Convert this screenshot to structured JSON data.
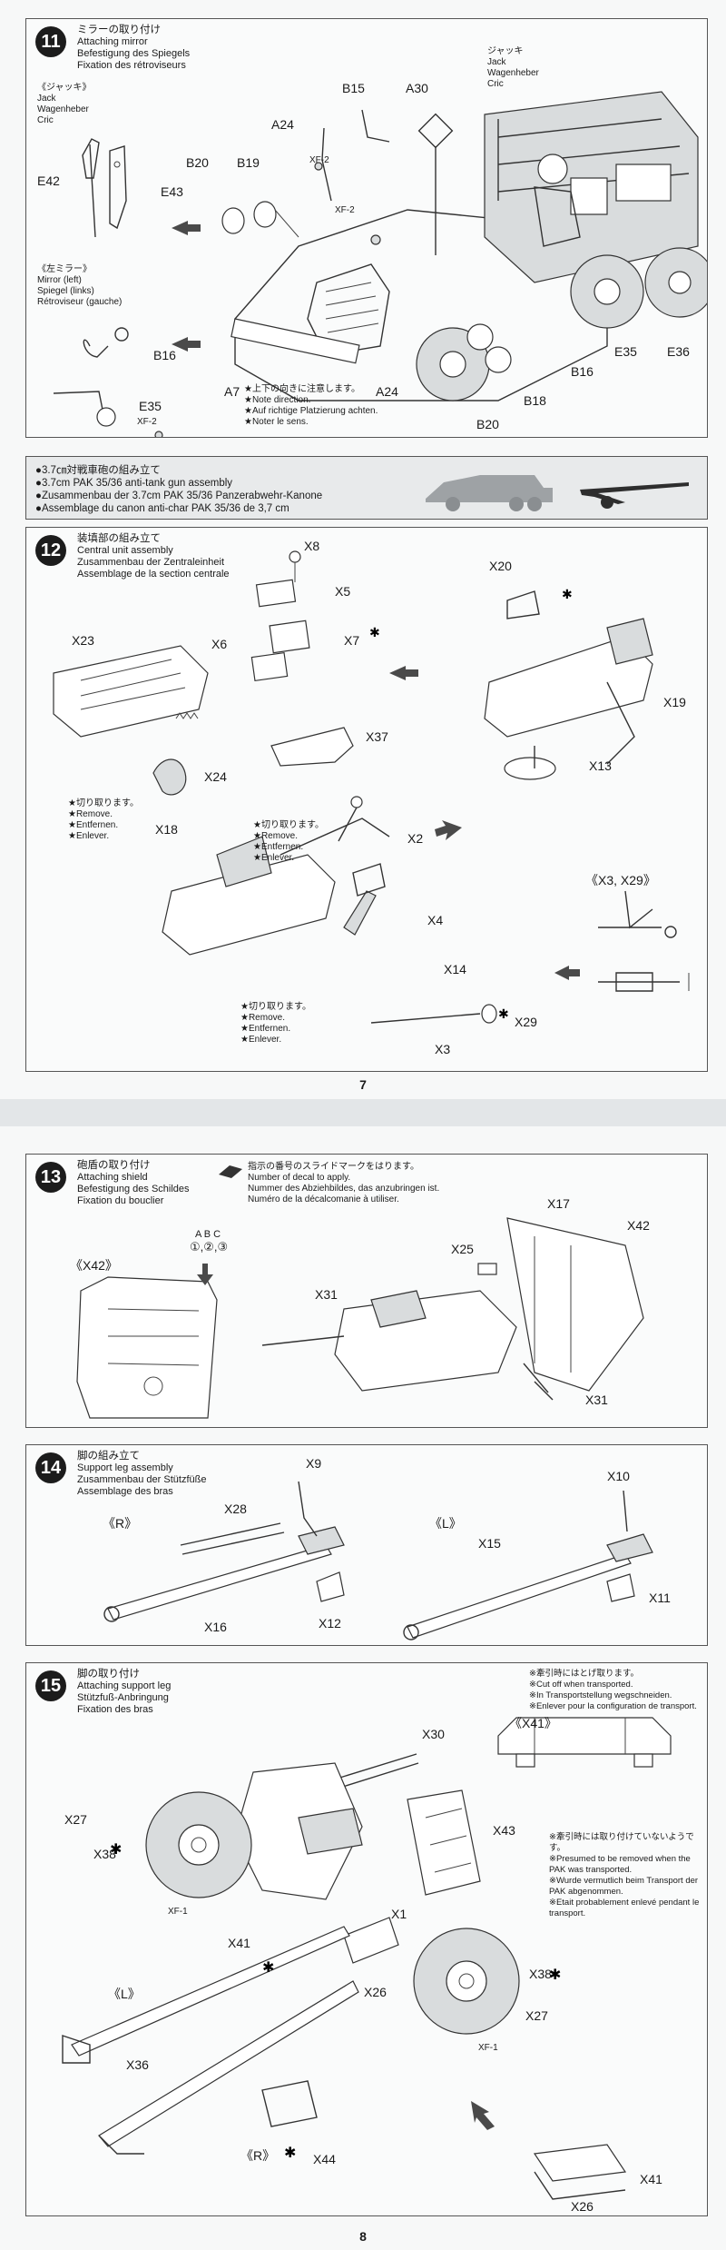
{
  "page7": {
    "step11": {
      "number": "11",
      "title_jp": "ミラーの取り付け",
      "title_en": "Attaching mirror",
      "title_de": "Befestigung des Spiegels",
      "title_fr": "Fixation des rétroviseurs",
      "jack_left": {
        "jp": "《ジャッキ》",
        "en": "Jack",
        "de": "Wagenheber",
        "fr": "Cric"
      },
      "jack_right": {
        "jp": "ジャッキ",
        "en": "Jack",
        "de": "Wagenheber",
        "fr": "Cric"
      },
      "mirror_left": {
        "jp": "《左ミラー》",
        "en": "Mirror (left)",
        "de": "Spiegel (links)",
        "fr": "Rétroviseur (gauche)"
      },
      "parts": {
        "e42": "E42",
        "e43": "E43",
        "b16a": "B16",
        "e35a": "E35",
        "xf2a": "XF-2",
        "b20a": "B20",
        "b19": "B19",
        "a24a": "A24",
        "xf2b": "XF-2",
        "b15": "B15",
        "a30": "A30",
        "xf2c": "XF-2",
        "a7": "A7",
        "a24b": "A24",
        "b20b": "B20",
        "b18": "B18",
        "b16b": "B16",
        "e35b": "E35",
        "e36": "E36"
      },
      "note": {
        "jp": "★上下の向きに注意します。",
        "en": "★Note direction.",
        "de": "★Auf richtige Platzierung achten.",
        "fr": "★Noter le sens."
      }
    },
    "section": {
      "jp": "●3.7㎝対戦車砲の組み立て",
      "en": "●3.7cm PAK 35/36 anti-tank gun assembly",
      "de": "●Zusammenbau der 3.7cm PAK 35/36 Panzerabwehr-Kanone",
      "fr": "●Assemblage du canon anti-char PAK 35/36 de 3,7 cm"
    },
    "step12": {
      "number": "12",
      "title_jp": "装填部の組み立て",
      "title_en": "Central unit assembly",
      "title_de": "Zusammenbau der Zentraleinheit",
      "title_fr": "Assemblage de la section centrale",
      "parts": {
        "x8": "X8",
        "x5": "X5",
        "x6": "X6",
        "x7": "X7",
        "x23": "X23",
        "x37": "X37",
        "x24": "X24",
        "x18": "X18",
        "x20": "X20",
        "x19": "X19",
        "x13": "X13",
        "x2": "X2",
        "x4": "X4",
        "x14": "X14",
        "x29": "X29",
        "x3": "X3",
        "x3x29": "《X3, X29》"
      },
      "remove_note": {
        "jp": "★切り取ります。",
        "en": "★Remove.",
        "de": "★Entfernen.",
        "fr": "★Enlever."
      }
    },
    "page_number": "7"
  },
  "page8": {
    "step13": {
      "number": "13",
      "title_jp": "砲盾の取り付け",
      "title_en": "Attaching shield",
      "title_de": "Befestigung des Schildes",
      "title_fr": "Fixation du bouclier",
      "decal_note": {
        "jp": "指示の番号のスライドマークをはります。",
        "en": "Number of decal to apply.",
        "de": "Nummer des Abziehbildes, das anzubringen ist.",
        "fr": "Numéro de la décalcomanie à utiliser."
      },
      "abc": "A  B  C",
      "decals": "①,②,③",
      "parts": {
        "x42box": "《X42》",
        "x17": "X17",
        "x42": "X42",
        "x25": "X25",
        "x31a": "X31",
        "x31b": "X31"
      }
    },
    "step14": {
      "number": "14",
      "title_jp": "脚の組み立て",
      "title_en": "Support leg assembly",
      "title_de": "Zusammenbau der Stützfüße",
      "title_fr": "Assemblage des bras",
      "right": "《R》",
      "left": "《L》",
      "parts": {
        "x9": "X9",
        "x28": "X28",
        "x16": "X16",
        "x12": "X12",
        "x10": "X10",
        "x15": "X15",
        "x11": "X11"
      }
    },
    "step15": {
      "number": "15",
      "title_jp": "脚の取り付け",
      "title_en": "Attaching support leg",
      "title_de": "Stützfuß-Anbringung",
      "title_fr": "Fixation des bras",
      "cut_note": {
        "jp": "※牽引時にはとげ取ります。",
        "en": "※Cut off when transported.",
        "de": "※In Transportstellung wegschneiden.",
        "fr": "※Enlever pour la configuration de transport."
      },
      "presumed_note": {
        "jp": "※牽引時には取り付けていないようです。",
        "en": "※Presumed to be removed when the PAK was transported.",
        "de": "※Wurde vermutlich beim Transport der PAK abgenommen.",
        "fr": "※Etait probablement enlevé pendant le transport."
      },
      "parts": {
        "x41box": "《X41》",
        "x30": "X30",
        "x27a": "X27",
        "x38a": "X38",
        "xf1a": "XF-1",
        "x43": "X43",
        "x1": "X1",
        "x41a": "X41",
        "x26a": "X26",
        "x38b": "X38",
        "x27b": "X27",
        "xf1b": "XF-1",
        "l": "《L》",
        "x36": "X36",
        "r": "《R》",
        "x44": "X44",
        "x41b": "X41",
        "x26b": "X26"
      }
    },
    "page_number": "8"
  }
}
